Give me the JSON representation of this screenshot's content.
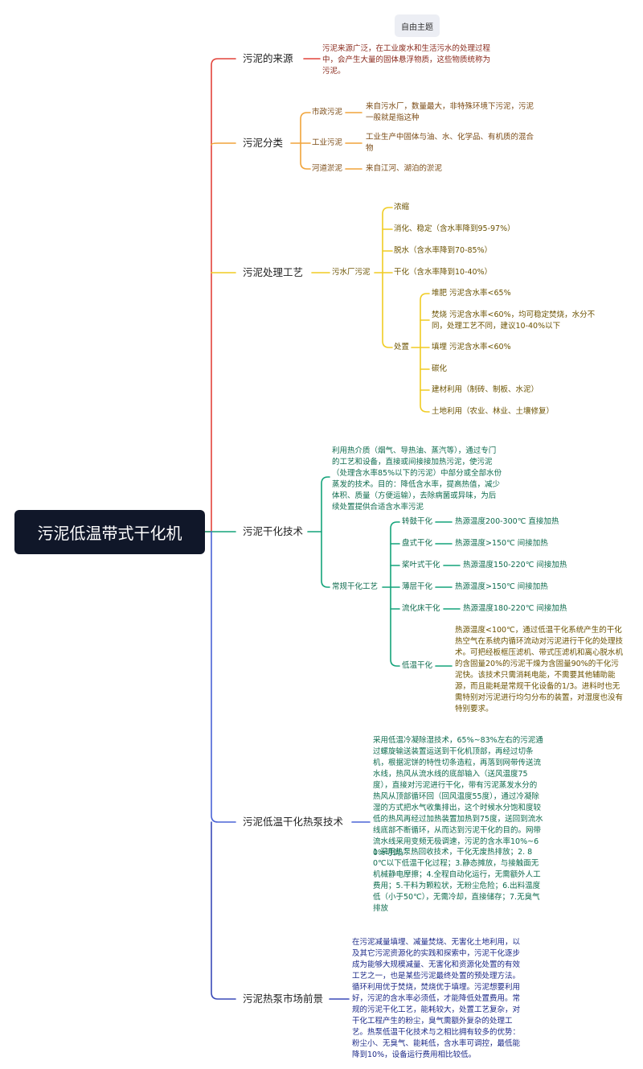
{
  "root": "污泥低温带式干化机",
  "floating_tag": "自由主题",
  "colors": {
    "red": "#e2433b",
    "orange": "#f0a43a",
    "yellow": "#f0cc22",
    "green": "#14a37a",
    "blue": "#4a63d6",
    "navy": "#3a4ab8",
    "root_bg": "#101729"
  },
  "source": {
    "title": "污泥的来源",
    "desc": "污泥来源广泛，在工业废水和生活污水的处理过程中，会产生大量的固体悬浮物质，这些物质统称为污泥。"
  },
  "classification": {
    "title": "污泥分类",
    "items": [
      {
        "label": "市政污泥",
        "desc": "来自污水厂，数量最大，非特殊环境下污泥，污泥一般就是指这种"
      },
      {
        "label": "工业污泥",
        "desc": "工业生产中固体与油、水、化学品、有机质的混合物"
      },
      {
        "label": "河道淤泥",
        "desc": "来自江河、湖泊的淤泥"
      }
    ]
  },
  "process": {
    "title": "污泥处理工艺",
    "sub": "污水厂污泥",
    "steps": [
      "浓缩",
      "消化、稳定（含水率降到95-97%）",
      "脱水（含水率降到70-85%）",
      "干化（含水率降到10-40%）"
    ],
    "disposal_label": "处置",
    "disposal": [
      "堆肥 污泥含水率<65%",
      "焚烧 污泥含水率<60%，均可稳定焚烧，水分不同，处理工艺不同，建议10-40%以下",
      "填埋 污泥含水率<60%",
      "碳化",
      "建材利用（制砖、制板、水泥）",
      "土地利用（农业、林业、土壤修复）"
    ]
  },
  "drying": {
    "title": "污泥干化技术",
    "desc": "利用热介质（烟气、导热油、蒸汽等），通过专门的工艺和设备，直接或间接接加热污泥，使污泥（处理含水率85%以下的污泥）中部分或全部水份蒸发的技术。目的：降低含水率，提高热值，减少体积、质量（方便运输），去除病菌或异味，为后续处置提供合适含水率污泥",
    "conventional_label": "常规干化工艺",
    "methods": [
      {
        "label": "转鼓干化",
        "desc": "热源温度200-300℃ 直接加热"
      },
      {
        "label": "盘式干化",
        "desc": "热源温度>150℃ 间接加热"
      },
      {
        "label": "桨叶式干化",
        "desc": "热源温度150-220℃ 间接加热"
      },
      {
        "label": "薄层干化",
        "desc": "热源温度>150℃ 间接加热"
      },
      {
        "label": "流化床干化",
        "desc": "热源温度180-220℃ 间接加热"
      },
      {
        "label": "低温干化",
        "desc": "热源温度<100℃，通过低温干化系统产生的干化热空气在系统内循环流动对污泥进行干化的处理技术。可把经板框压滤机、带式压滤机和离心脱水机的含固量20%的污泥干燥为含固量90%的干化污泥快。该技术只需消耗电能，不需要其他辅助能源，而且能耗是常规干化设备的1/3。进料时也无需特别对污泥进行均匀分布的装置，对湿度也没有特别要求。"
      }
    ]
  },
  "heatpump": {
    "title": "污泥低温干化热泵技术",
    "desc1": "采用低温冷凝除湿技术，65%~83%左右的污泥通过螺旋输送装置运送到干化机顶部，再经过切条机，根据泥饼的特性切条造粒，再落到网带传送流水线，热风从流水线的底部输入（送风温度75度），直接对污泥进行干化，带有污泥蒸发水分的热风从顶部循环回（回风温度55度），通过冷凝除湿的方式把水气收集排出，这个时候水分饱和度较低的热风再经过加热装置加热到75度，送回到流水线底部不断循环，从而达到污泥干化的目的。网带流水线采用变频无极调速，污泥的含水率10%~60%可调。",
    "desc2": "1.采用热泵热回收技术，干化无废热排放；2. 80℃以下低温干化过程；3.静态摊放，与接触面无机械静电摩擦；4.全程自动化运行，无需额外人工费用；5.干料为颗粒状，无粉尘危险；6.出料温度低（小于50℃），无需冷却，直接储存；7.无臭气排放"
  },
  "market": {
    "title": "污泥热泵市场前景",
    "desc": "在污泥减量填埋、减量焚烧、无害化土地利用，以及其它污泥资源化的实践和探索中，污泥干化逐步成为能够大规模减量、无害化和资源化处置的有效工艺之一，也是某些污泥最终处置的预处理方法。循环利用优于焚烧，焚烧优于填埋。污泥想要利用好，污泥的含水率必须低，才能降低处置费用。常规的污泥干化工艺，能耗较大，处置工艺复杂，对干化工程产生的粉尘，臭气需额外复杂的处理工艺。热泵低温干化技术与之相比拥有较多的优势：粉尘小、无臭气、能耗低，含水率可调控，最低能降到10%，设备运行费用相比较低。"
  }
}
